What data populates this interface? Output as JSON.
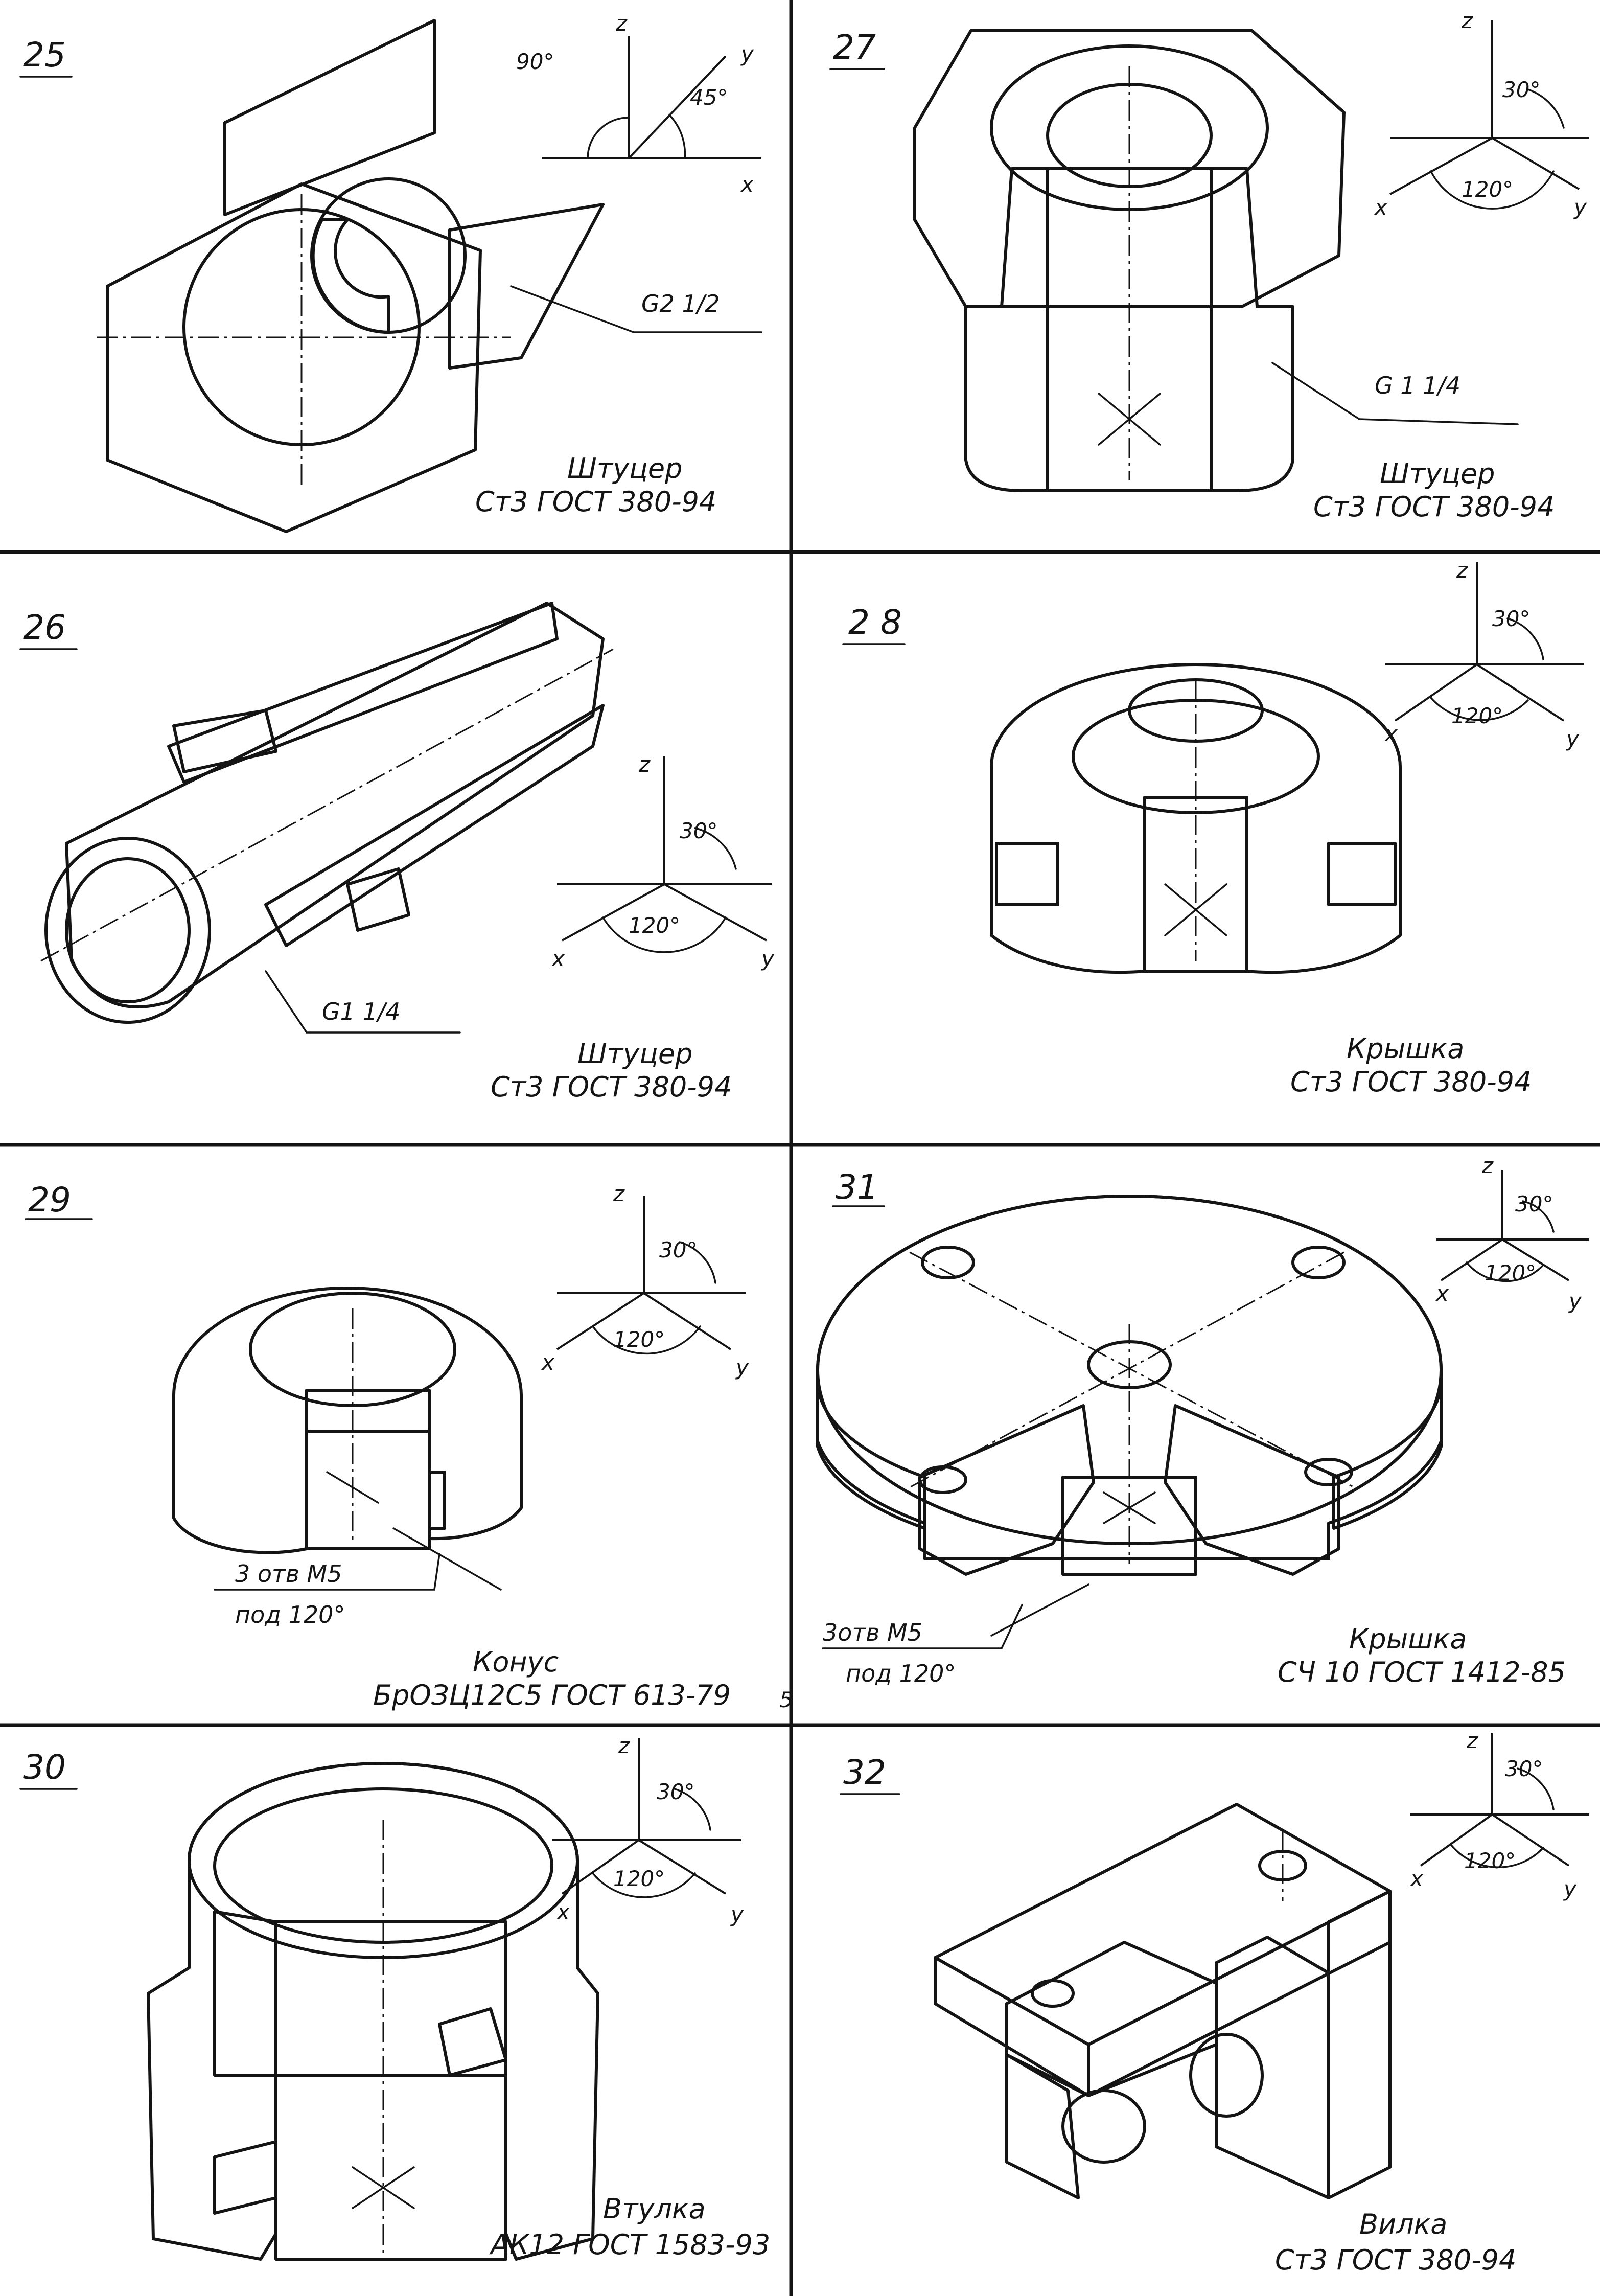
{
  "panels": [
    {
      "id": "25",
      "number": "25",
      "title": "Штуцер",
      "material": "Ст3 ГОСТ 380-94",
      "thread": "G2 1/2",
      "axes": {
        "z": "z",
        "y": "y",
        "x": "x",
        "angle_xz": "90°",
        "angle_y": "45°"
      }
    },
    {
      "id": "27",
      "number": "27",
      "title": "Штуцер",
      "material": "Ст3 ГОСТ 380-94",
      "thread": "G 1 1/4",
      "axes": {
        "z": "z",
        "y": "y",
        "x": "x",
        "angle_top": "30°",
        "angle_xy": "120°"
      }
    },
    {
      "id": "26",
      "number": "26",
      "title": "Штуцер",
      "material": "Ст3 ГОСТ 380-94",
      "thread": "G1 1/4",
      "axes": {
        "z": "z",
        "y": "y",
        "x": "x",
        "angle_top": "30°",
        "angle_xy": "120°"
      }
    },
    {
      "id": "28",
      "number": "2 8",
      "title": "Крышка",
      "material": "Ст3 ГОСТ 380-94",
      "axes": {
        "z": "z",
        "y": "y",
        "x": "x",
        "angle_top": "30°",
        "angle_xy": "120°"
      }
    },
    {
      "id": "29",
      "number": "29",
      "title": "Конус",
      "material": "БрОЗЦ12С5 ГОСТ 613-79",
      "holes": "3 отв М5",
      "holes_angle": "под 120°",
      "axes": {
        "z": "z",
        "y": "y",
        "x": "x",
        "angle_top": "30°",
        "angle_xy": "120°"
      }
    },
    {
      "id": "31",
      "number": "31",
      "title": "Крышка",
      "material": "СЧ 10 ГОСТ 1412-85",
      "holes": "3отв М5",
      "holes_angle": "под 120°",
      "axes": {
        "z": "z",
        "y": "y",
        "x": "x",
        "angle_top": "30°",
        "angle_xy": "120°"
      }
    },
    {
      "id": "30",
      "number": "30",
      "title": "Втулка",
      "material": "АК12 ГОСТ 1583-93",
      "axes": {
        "z": "z",
        "y": "y",
        "x": "x",
        "angle_top": "30°",
        "angle_xy": "120°"
      }
    },
    {
      "id": "32",
      "number": "32",
      "title": "Вилка",
      "material": "Ст3 ГОСТ 380-94",
      "axes": {
        "z": "z",
        "y": "y",
        "x": "x",
        "angle_top": "30°",
        "angle_xy": "120°"
      }
    }
  ],
  "page_mark": "5"
}
